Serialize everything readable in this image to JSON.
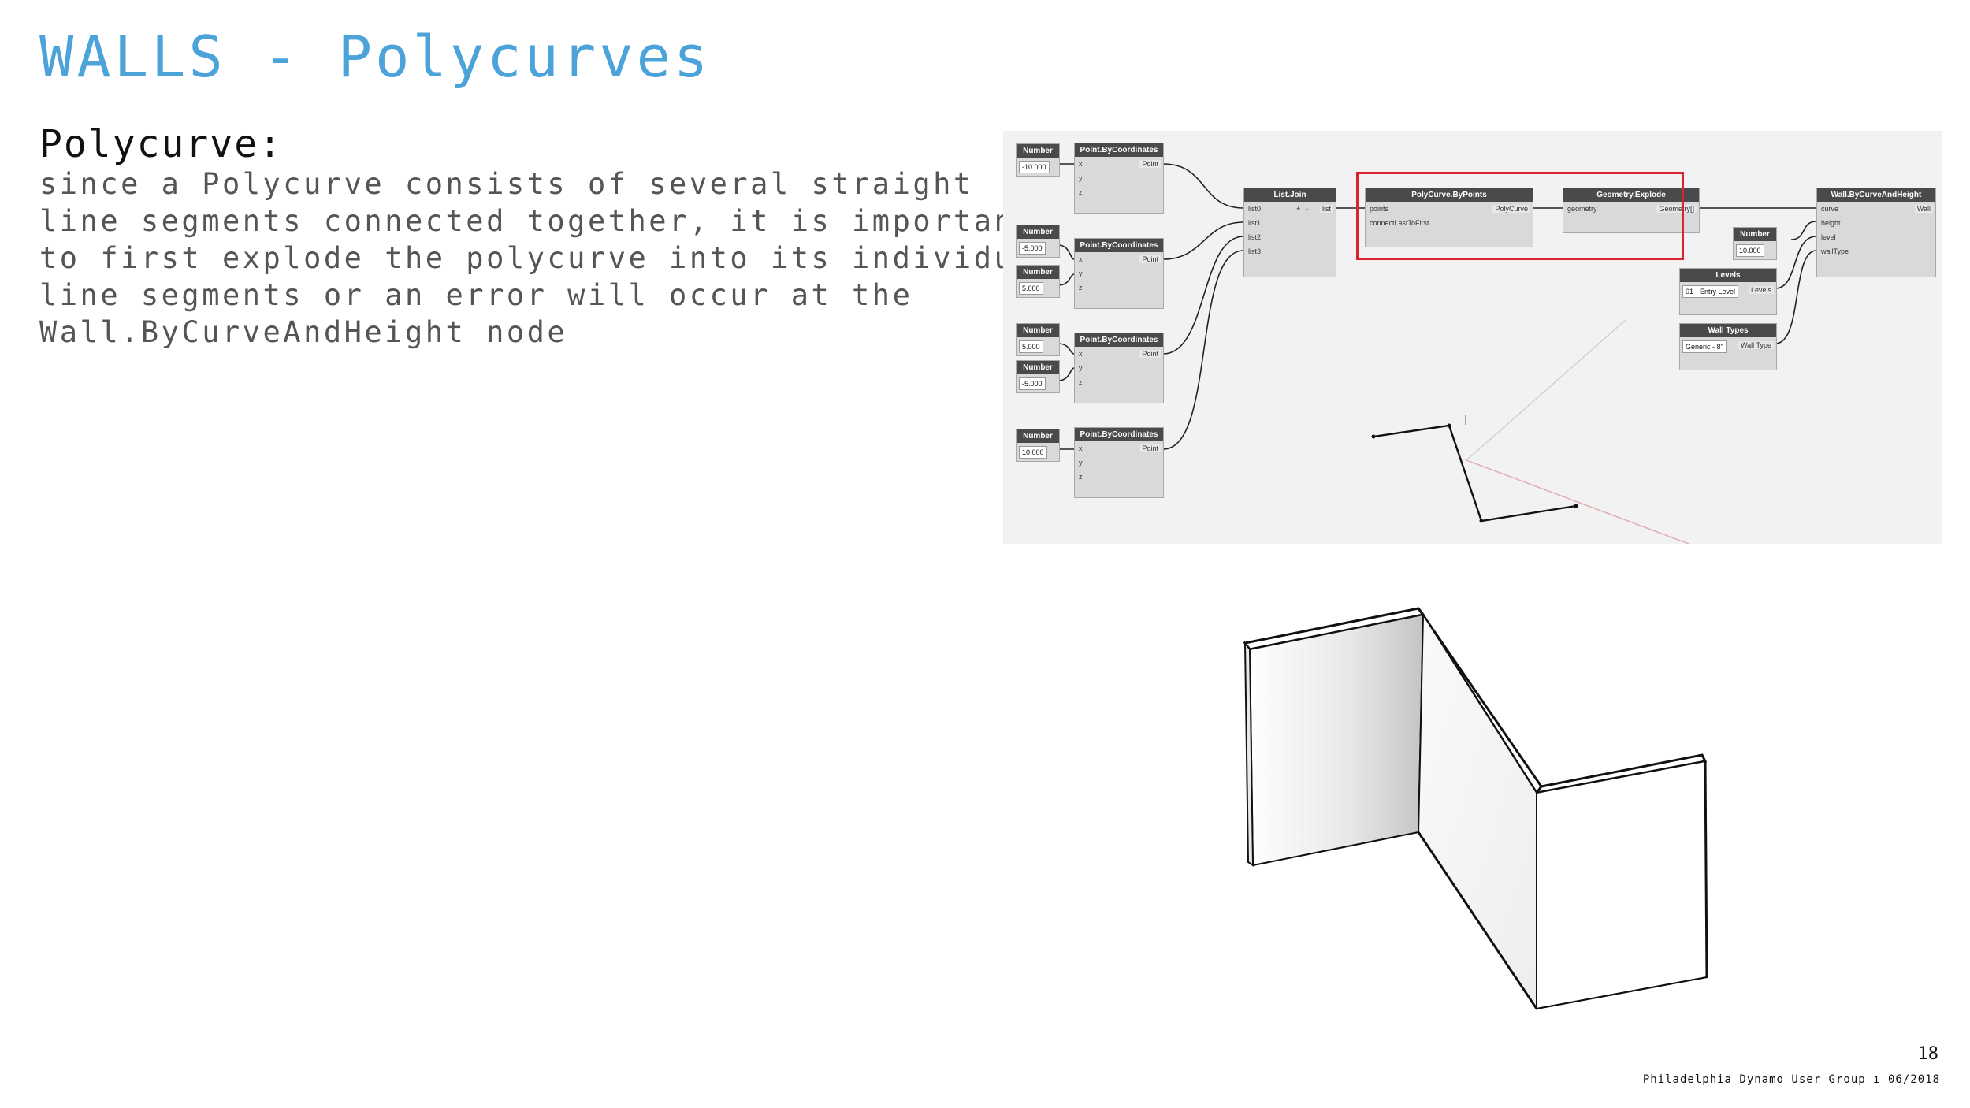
{
  "title": "WALLS - Polycurves",
  "subtitle": "Polycurve:",
  "body_lines": [
    "since a Polycurve consists of several straight",
    "line segments connected together, it is important",
    "to first explode the polycurve into its individual",
    "line segments or an error will occur at the",
    "Wall.ByCurveAndHeight node"
  ],
  "graph": {
    "numbers": [
      {
        "title": "Number",
        "value": "-10.000"
      },
      {
        "title": "Number",
        "value": "-5.000"
      },
      {
        "title": "Number",
        "value": "5.000"
      },
      {
        "title": "Number",
        "value": "5.000"
      },
      {
        "title": "Number",
        "value": "-5.000"
      },
      {
        "title": "Number",
        "value": "10.000"
      }
    ],
    "point_node": {
      "title": "Point.ByCoordinates",
      "inputs": [
        "x",
        "y",
        "z"
      ],
      "output": "Point"
    },
    "list_join": {
      "title": "List.Join",
      "inputs": [
        "list0",
        "list1",
        "list2",
        "list3"
      ],
      "output": "list",
      "plus": "+",
      "minus": "-"
    },
    "polycurve": {
      "title": "PolyCurve.ByPoints",
      "inputs": [
        "points",
        "connectLastToFirst"
      ],
      "output": "PolyCurve"
    },
    "explode": {
      "title": "Geometry.Explode",
      "inputs": [
        "geometry"
      ],
      "output": "Geometry[]"
    },
    "wall": {
      "title": "Wall.ByCurveAndHeight",
      "inputs": [
        "curve",
        "height",
        "level",
        "wallType"
      ],
      "output": "Wall"
    },
    "height_number": {
      "title": "Number",
      "value": "10.000"
    },
    "levels": {
      "title": "Levels",
      "selected": "01 - Entry Level",
      "output": "Levels"
    },
    "wall_types": {
      "title": "Wall Types",
      "selected": "Generic - 8\"",
      "output": "Wall Type"
    }
  },
  "page_number": "18",
  "footer": "Philadelphia Dynamo User Group ı 06/2018"
}
